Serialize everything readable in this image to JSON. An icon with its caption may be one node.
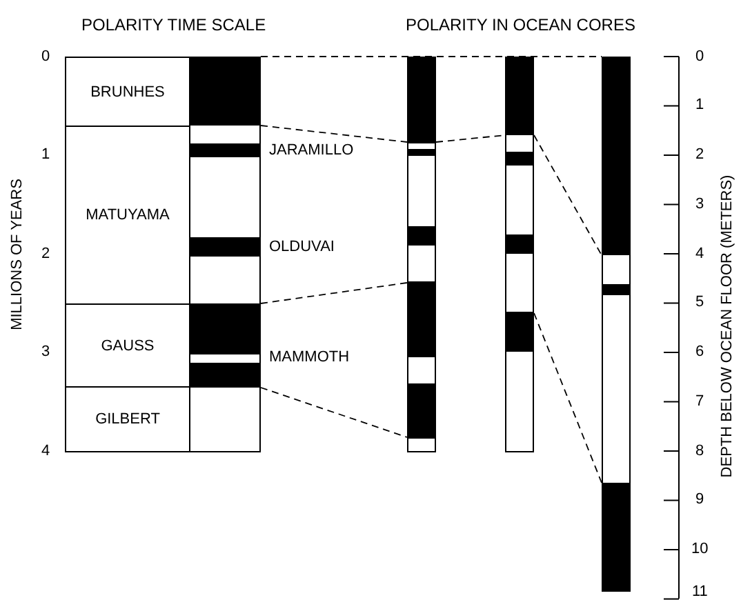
{
  "diagram": {
    "nodes": [
      {
        "text": [
          "BRUNHES"
        ]
      },
      {
        "text": [
          "MATUYAMA"
        ]
      },
      {
        "text": [
          "GAUSS"
        ]
      },
      {
        "text": [
          "GILBERT"
        ]
      },
      {
        "text": [],
        "shape": "bar",
        "beside": [
          "JARAMILLO",
          "OLDUVAI",
          "MAMMOTH"
        ]
      },
      {
        "text": [],
        "shape": "bar"
      },
      {
        "text": [],
        "shape": "bar"
      },
      {
        "text": [],
        "shape": "bar"
      }
    ],
    "edges": [
      {
        "from": 4,
        "to": 7,
        "arrow": "none",
        "style": "dashed"
      },
      {
        "from": 4,
        "to": 5,
        "arrow": "none",
        "style": "dashed"
      },
      {
        "from": 5,
        "to": 6,
        "arrow": "none",
        "style": "dashed"
      },
      {
        "from": 6,
        "to": 7,
        "arrow": "none",
        "style": "dashed"
      },
      {
        "from": 4,
        "to": 5,
        "arrow": "none",
        "style": "dashed"
      },
      {
        "from": 4,
        "to": 5,
        "arrow": "none",
        "style": "dashed"
      },
      {
        "from": 6,
        "to": 7,
        "arrow": "none",
        "style": "dashed"
      }
    ],
    "labels": [
      "POLARITY TIME SCALE",
      "POLARITY IN OCEAN CORES",
      "0",
      "1",
      "2",
      "3",
      "4",
      "MILLIONS OF YEARS",
      "0",
      "1",
      "2",
      "3",
      "4",
      "5",
      "6",
      "7",
      "8",
      "9",
      "10",
      "11",
      "DEPTH BELOW OCEAN FLOOR (METERS)"
    ]
  }
}
